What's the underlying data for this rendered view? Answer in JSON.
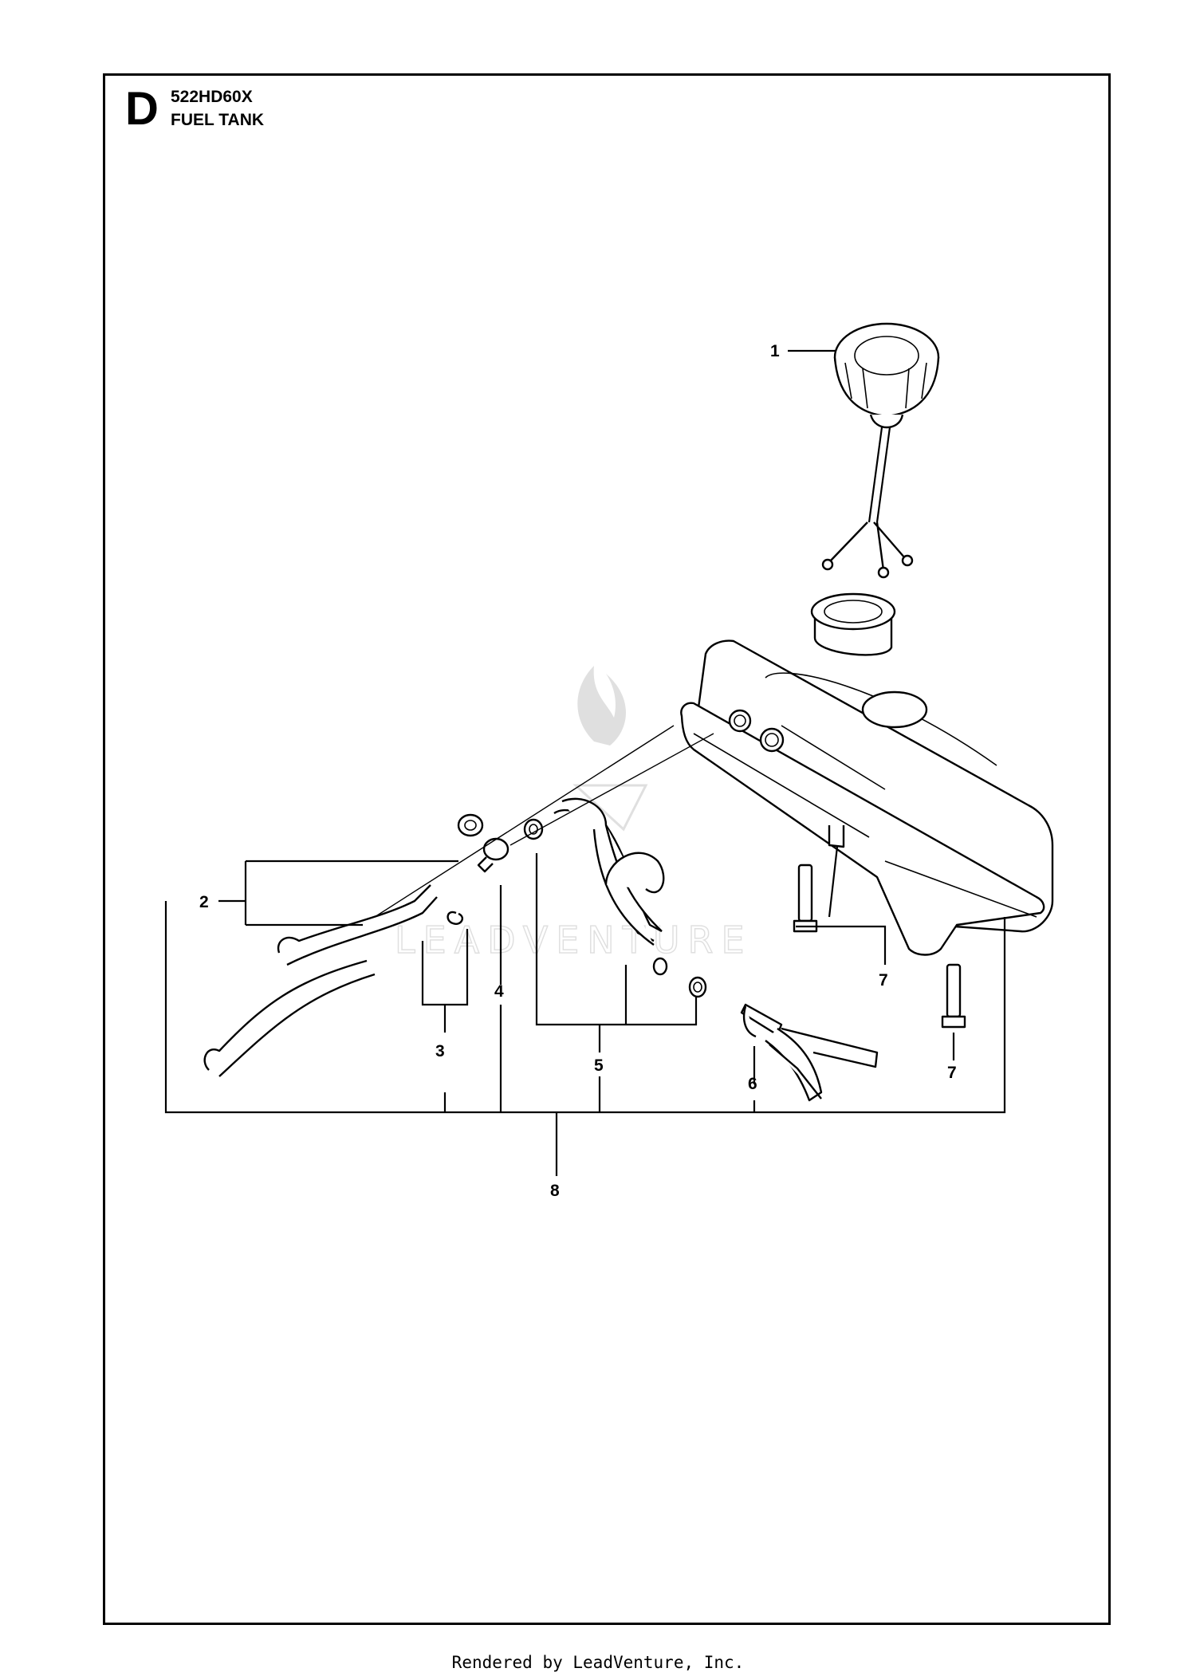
{
  "header": {
    "section_letter": "D",
    "model_code": "522HD60X",
    "section_title": "FUEL TANK"
  },
  "callouts": [
    {
      "id": "1",
      "part": "fuel-cap"
    },
    {
      "id": "2",
      "part": "grommets"
    },
    {
      "id": "3",
      "part": "hose-clamp"
    },
    {
      "id": "4",
      "part": "valve"
    },
    {
      "id": "5",
      "part": "fuel-hose"
    },
    {
      "id": "6",
      "part": "fuel-filter"
    },
    {
      "id": "7",
      "part": "bolt"
    },
    {
      "id": "7",
      "part": "bolt"
    },
    {
      "id": "8",
      "part": "fuel-tank-assembly"
    }
  ],
  "watermark": "LEADVENTURE",
  "footer": "Rendered by LeadVenture, Inc."
}
